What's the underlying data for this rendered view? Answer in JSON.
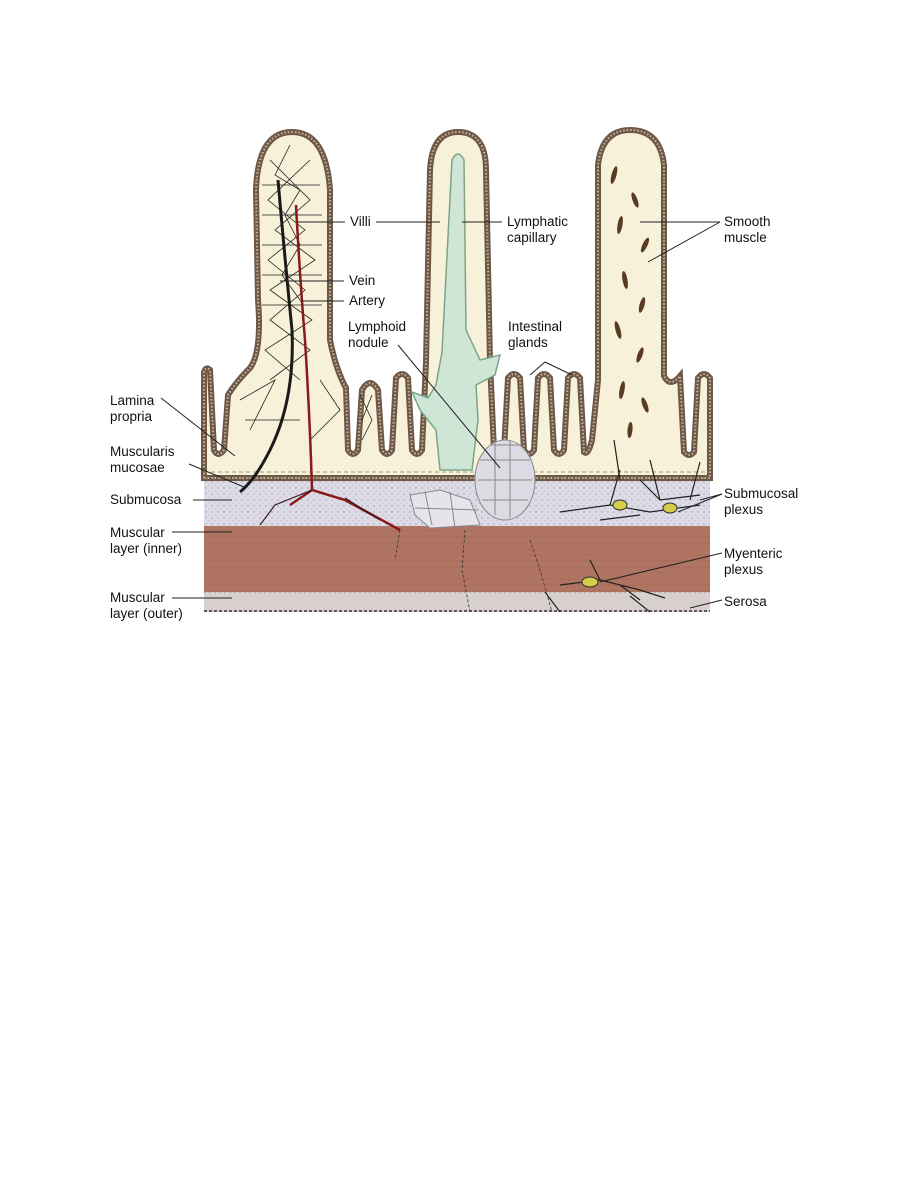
{
  "labels": {
    "villi": "Villi",
    "lymphatic_capillary": [
      "Lymphatic",
      "capillary"
    ],
    "smooth_muscle": [
      "Smooth",
      "muscle"
    ],
    "vein": "Vein",
    "artery": "Artery",
    "lymphoid_nodule": [
      "Lymphoid",
      "nodule"
    ],
    "intestinal_glands": [
      "Intestinal",
      "glands"
    ],
    "lamina_propria": [
      "Lamina",
      "propria"
    ],
    "muscularis_mucosae": [
      "Muscularis",
      "mucosae"
    ],
    "submucosa": "Submucosa",
    "muscular_inner": [
      "Muscular",
      "layer (inner)"
    ],
    "submucosal_plexus": [
      "Submucosal",
      "plexus"
    ],
    "myenteric_plexus": [
      "Myenteric",
      "plexus"
    ],
    "muscular_outer": [
      "Muscular",
      "layer (outer)"
    ],
    "serosa": "Serosa"
  },
  "colors": {
    "epithelium": "#8a7060",
    "lamina_fill": "#f6f1d8",
    "lymphatic": "#cfe6d6",
    "submucosa": "#dcdbe6",
    "muscle_inner": "#b07562",
    "muscle_outer": "#d8d0cf",
    "vein": "#1a1a1a",
    "artery": "#8b1a1a",
    "plexus": "#d6cc4a"
  }
}
